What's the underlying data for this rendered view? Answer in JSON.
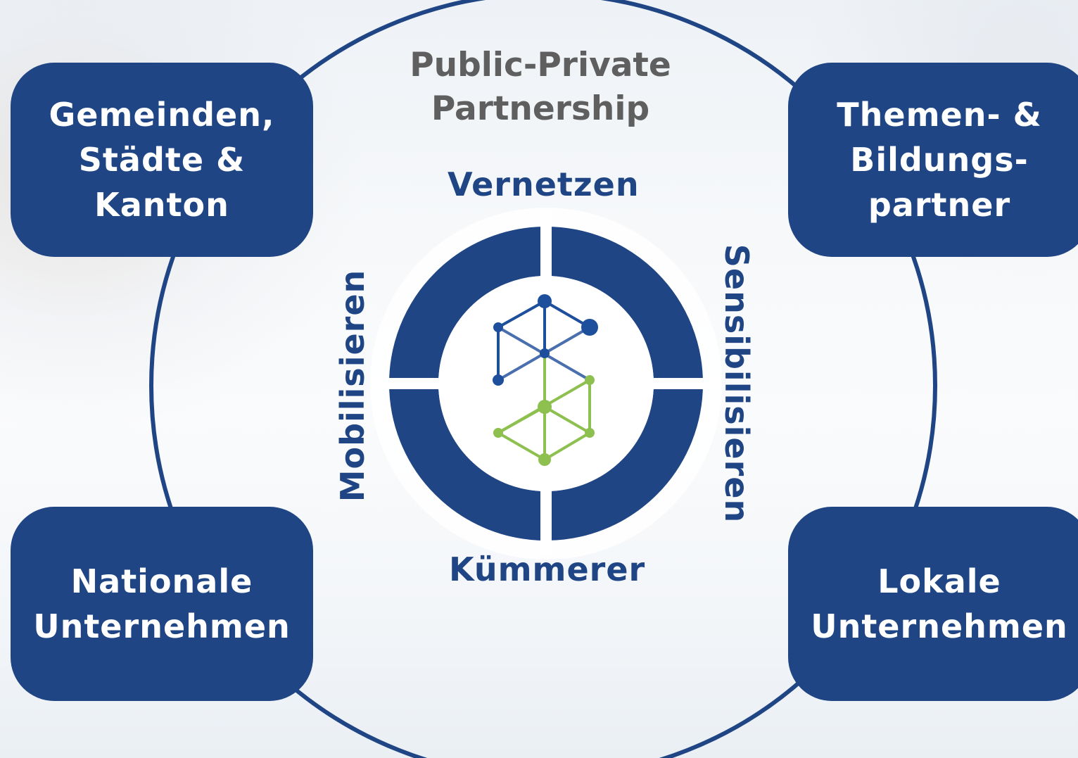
{
  "diagram": {
    "center_heading": "Public-Private\nPartnership",
    "activities": {
      "top": "Vernetzen",
      "bottom": "Kümmerer",
      "left": "Mobilisieren",
      "right": "Sensibilisieren"
    },
    "partners": [
      {
        "id": "top-left",
        "label": "Gemeinden,\nStädte &\nKanton"
      },
      {
        "id": "top-right",
        "label": "Themen- &\nBildungs-\npartner"
      },
      {
        "id": "bottom-left",
        "label": "Nationale\nUnternehmen"
      },
      {
        "id": "bottom-right",
        "label": "Lokale\nUnternehmen"
      }
    ],
    "logo": {
      "icon": "network-cube-logo-icon"
    },
    "colors": {
      "primary": "#1f4585",
      "heading_gray": "#5f5f5f",
      "logo_blue": "#1d4f9c",
      "logo_green": "#8dc04f"
    }
  }
}
